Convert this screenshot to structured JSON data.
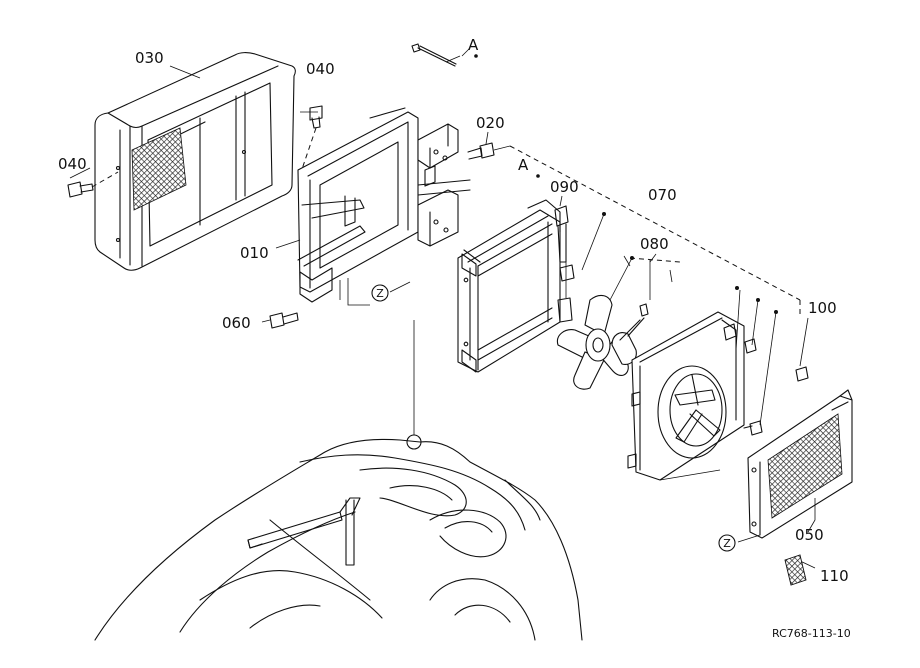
{
  "parts": {
    "p010": "010",
    "p020": "020",
    "p030": "030",
    "p040a": "040",
    "p040b": "040",
    "p050": "050",
    "p060": "060",
    "p070": "070",
    "p080": "080",
    "p090": "090",
    "p100": "100",
    "p110": "110"
  },
  "markers": {
    "a1": "A",
    "a2": "A",
    "z1": "Z",
    "z2": "Z"
  },
  "reference_code": "RC768-113-10"
}
